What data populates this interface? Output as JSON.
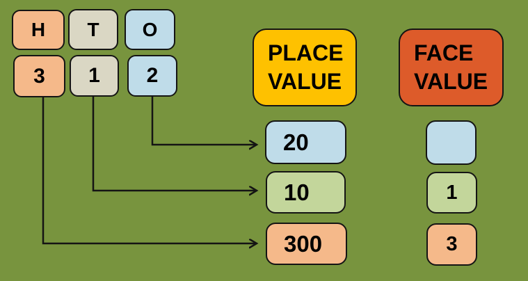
{
  "colors": {
    "background": "#78943E",
    "peach": "#F5B98A",
    "tan": "#DAD7C4",
    "blue": "#BFDCE9",
    "green": "#C3D69B",
    "yellow": "#FEC100",
    "red_orange": "#DD5B2A",
    "line": "#141414"
  },
  "number_panel": {
    "place_headers": [
      {
        "label": "H"
      },
      {
        "label": "T"
      },
      {
        "label": "O"
      }
    ],
    "digits": [
      {
        "label": "3"
      },
      {
        "label": "1"
      },
      {
        "label": "2"
      }
    ]
  },
  "place_value": {
    "title": "PLACE VALUE",
    "title_lines": [
      "PLACE",
      "VALUE"
    ],
    "values": [
      "20",
      "10",
      "300"
    ]
  },
  "face_value": {
    "title": "FACE VALUE",
    "title_lines": [
      "FACE",
      "VALUE"
    ],
    "values": [
      "",
      "1",
      "3"
    ]
  }
}
